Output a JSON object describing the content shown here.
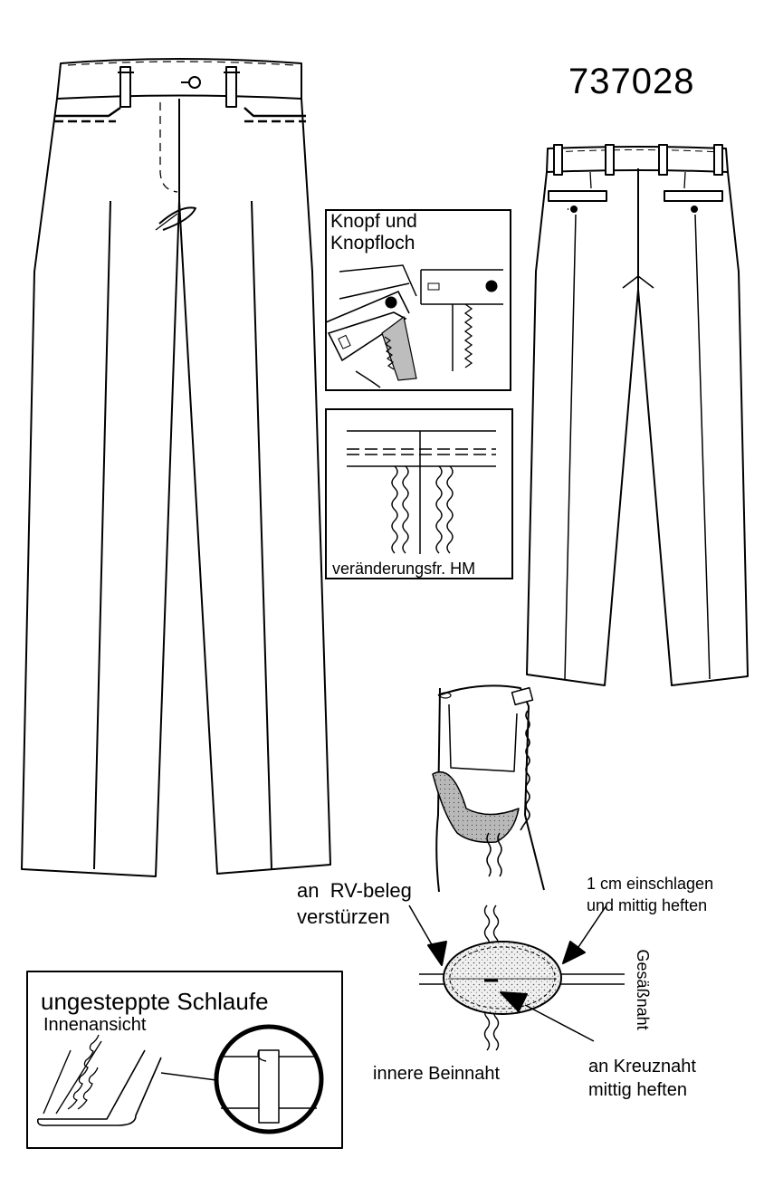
{
  "model_number": "737028",
  "details": {
    "button": {
      "title_line1": "Knopf und",
      "title_line2": "Knopfloch"
    },
    "hem": {
      "label": "veränderungsfr. HM"
    },
    "zipper": {
      "label_line1": "an  RV-beleg",
      "label_line2": "verstürzen",
      "fold_line1": "1 cm einschlagen",
      "fold_line2": "und mittig heften",
      "seat_seam": "Gesäßnaht",
      "inner_leg_seam": "innere Beinnaht",
      "crotch_line1": "an Kreuznaht",
      "crotch_line2": "mittig heften"
    },
    "loop": {
      "title": "ungesteppte Schlaufe",
      "subtitle": "Innenansicht"
    }
  },
  "colors": {
    "line": "#000000",
    "fill_grey": "#bdbdbd",
    "paper": "#ffffff"
  }
}
